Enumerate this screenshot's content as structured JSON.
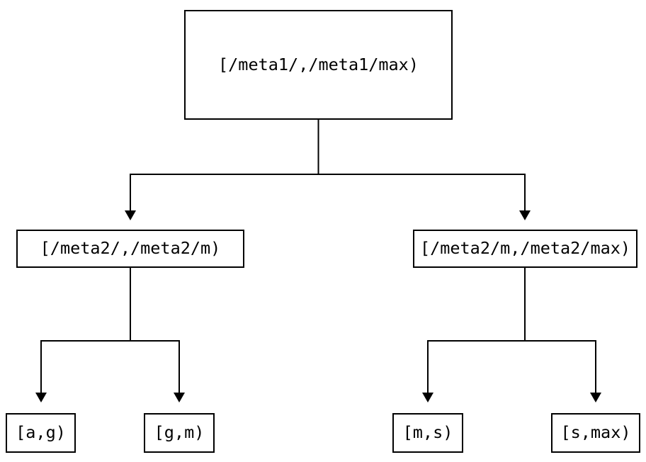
{
  "diagram": {
    "type": "tree",
    "description": "interval partition tree",
    "colors": {
      "background": "#ffffff",
      "box_fill": "#ffffff",
      "box_border": "#000000",
      "line": "#000000",
      "text": "#000000"
    },
    "root": {
      "label": "[/meta1/,/meta1/max)"
    },
    "children": [
      {
        "label": "[/meta2/,/meta2/m)",
        "children": [
          {
            "label": "[a,g)"
          },
          {
            "label": "[g,m)"
          }
        ]
      },
      {
        "label": "[/meta2/m,/meta2/max)",
        "children": [
          {
            "label": "[m,s)"
          },
          {
            "label": "[s,max)"
          }
        ]
      }
    ]
  }
}
